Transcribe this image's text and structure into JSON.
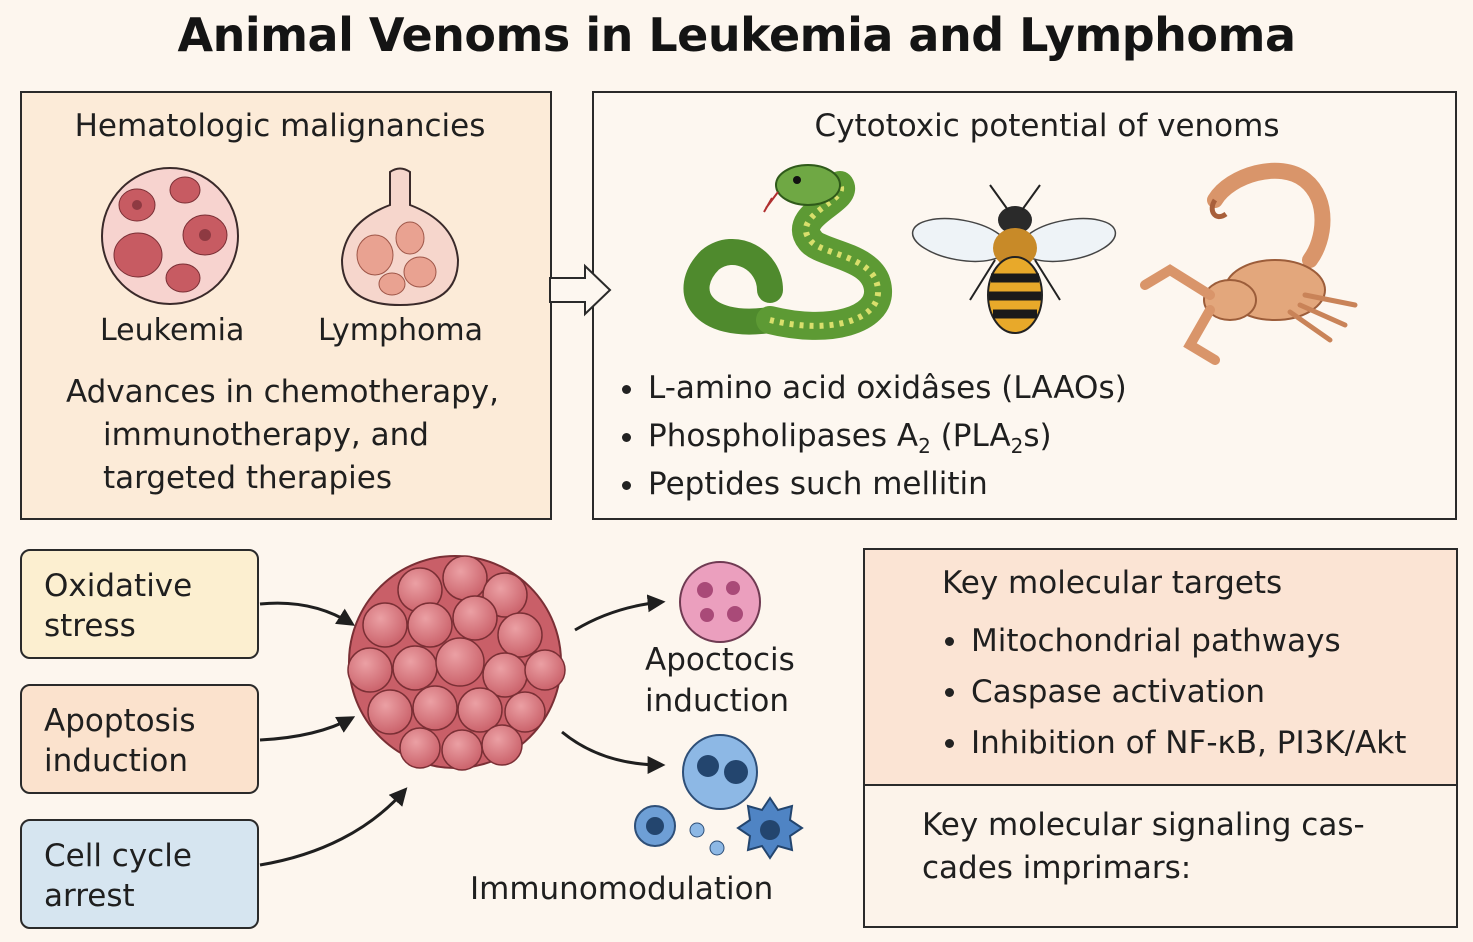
{
  "title": "Animal Venoms in Leukemia and Lymphoma",
  "left_panel": {
    "heading": "Hematologic malignancies",
    "leukemia_label": "Leukemia",
    "lymphoma_label": "Lymphoma",
    "advances_lines": [
      "Advances in chemotherapy,",
      "immunotherapy, and",
      "targeted therapies"
    ]
  },
  "right_panel": {
    "heading": "Cytotoxic potential of venoms",
    "animals": [
      "snake-icon",
      "bee-icon",
      "scorpion-icon"
    ],
    "bullets": {
      "laao": "L-amino acid oxidâses (LAAOs)",
      "pla2_prefix": "Phospholipases A",
      "pla2_sub1": "2",
      "pla2_mid": " (PLA",
      "pla2_sub2": "2",
      "pla2_suffix": "s)",
      "peptides": "Peptides such mellitin"
    }
  },
  "mechanisms": {
    "oxidative": [
      "Oxidative",
      "stress"
    ],
    "apoptosis": [
      "Apoptosis",
      "induction"
    ],
    "cell_cycle": [
      "Cell cycle",
      "arrest"
    ]
  },
  "outcomes": {
    "apoptosis": [
      "Apoctocis",
      "induction"
    ],
    "immuno": "Immunomodulation"
  },
  "targets": {
    "heading": "Key molecular targets",
    "items": [
      "Mitochondrial pathways",
      "Caspase activation",
      "Inhibition of NF-κB, PI3K/Akt"
    ],
    "cascades": [
      "Key molecular signaling cas-",
      "cades imprimars:"
    ]
  },
  "colors": {
    "background": "#fdf6ee",
    "left_panel_fill": "#fcebd8",
    "tumor_cell": "#d9737a",
    "snake": "#6fa844",
    "bee_stripe": "#e8a92a",
    "scorpion": "#e3a77c",
    "immune_cell": "#6e9fd6",
    "apoptotic_cell": "#e58fb0"
  }
}
